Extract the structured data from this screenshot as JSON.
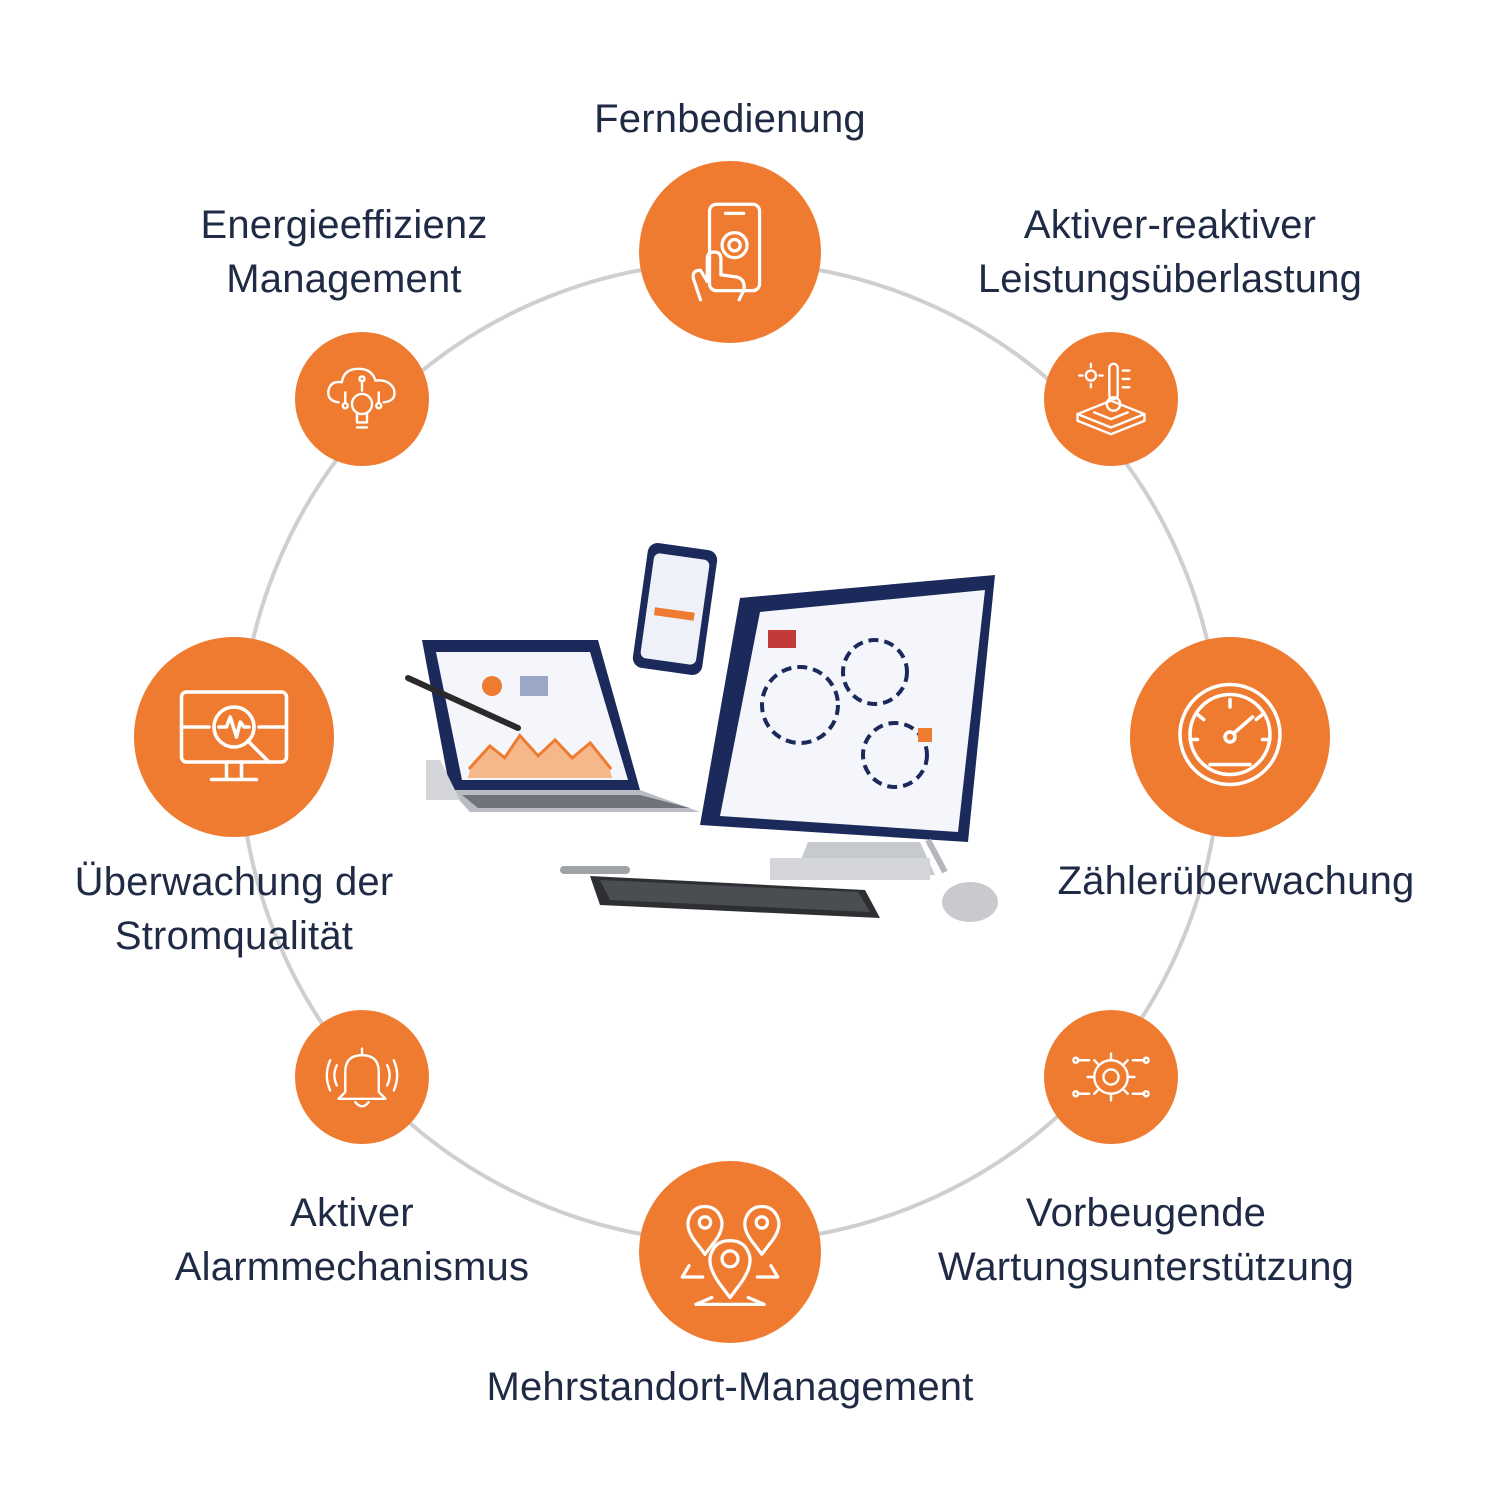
{
  "colors": {
    "accent": "#ee7b30",
    "ring": "#cfcfcf",
    "text": "#1f2a44",
    "icon_stroke": "#ffffff"
  },
  "features": [
    {
      "id": "fernbedienung",
      "lines": [
        "Fernbedienung"
      ],
      "icon": "touch-phone-icon"
    },
    {
      "id": "leistung",
      "lines": [
        "Aktiver-reaktiver",
        "Leistungsüberlastung"
      ],
      "icon": "temperature-overload-icon"
    },
    {
      "id": "zaehler",
      "lines": [
        "Zählerüberwachung"
      ],
      "icon": "speedometer-icon"
    },
    {
      "id": "wartung",
      "lines": [
        "Vorbeugende",
        "Wartungsunterstützung"
      ],
      "icon": "gear-circuit-icon"
    },
    {
      "id": "mehrstandort",
      "lines": [
        "Mehrstandort-Management"
      ],
      "icon": "location-pins-icon"
    },
    {
      "id": "alarm",
      "lines": [
        "Aktiver",
        "Alarmmechanismus"
      ],
      "icon": "alarm-bell-icon"
    },
    {
      "id": "stromqualitaet",
      "lines": [
        "Überwachung der",
        "Stromqualität"
      ],
      "icon": "monitor-analysis-icon"
    },
    {
      "id": "energie",
      "lines": [
        "Energieeffizienz",
        "Management"
      ],
      "icon": "cloud-bulb-icon"
    }
  ]
}
